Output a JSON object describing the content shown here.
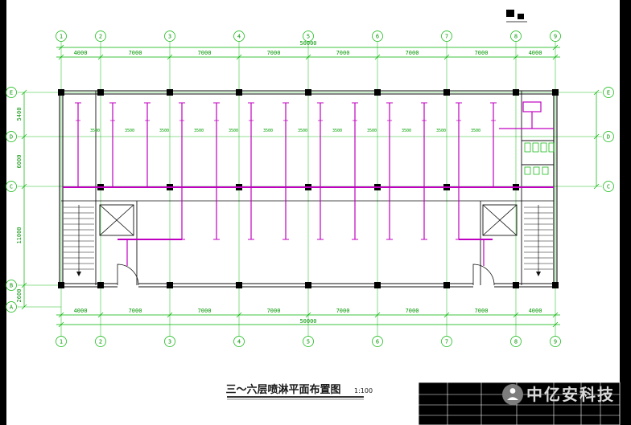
{
  "drawing": {
    "title": "三～六层喷淋平面布置图",
    "scale": "1:100",
    "grid": {
      "top_labels": [
        "1",
        "2",
        "3",
        "4",
        "5",
        "6",
        "7",
        "8",
        "9"
      ],
      "bottom_labels": [
        "1",
        "2",
        "3",
        "4",
        "5",
        "6",
        "7",
        "8",
        "9"
      ],
      "left_labels": [
        "E",
        "D",
        "C",
        "B",
        "A"
      ],
      "right_labels": [
        "E",
        "D",
        "C"
      ]
    },
    "dims": {
      "overall_width": "50000",
      "top_segments": [
        "4000",
        "7000",
        "7000",
        "7000",
        "7000",
        "7000",
        "7000",
        "4000"
      ],
      "bottom_segments": [
        "4000",
        "7000",
        "7000",
        "7000",
        "7000",
        "7000",
        "7000",
        "4000"
      ],
      "left_segments": [
        "5400",
        "6000",
        "11000",
        "2600"
      ],
      "sprinkler_spacing": "3500"
    },
    "colors": {
      "grid_green": "#00b400",
      "pipe_magenta": "#c000c0",
      "paper": "#ffffff",
      "ink": "#111111"
    }
  },
  "watermark": {
    "brand": "中亿安科技"
  }
}
